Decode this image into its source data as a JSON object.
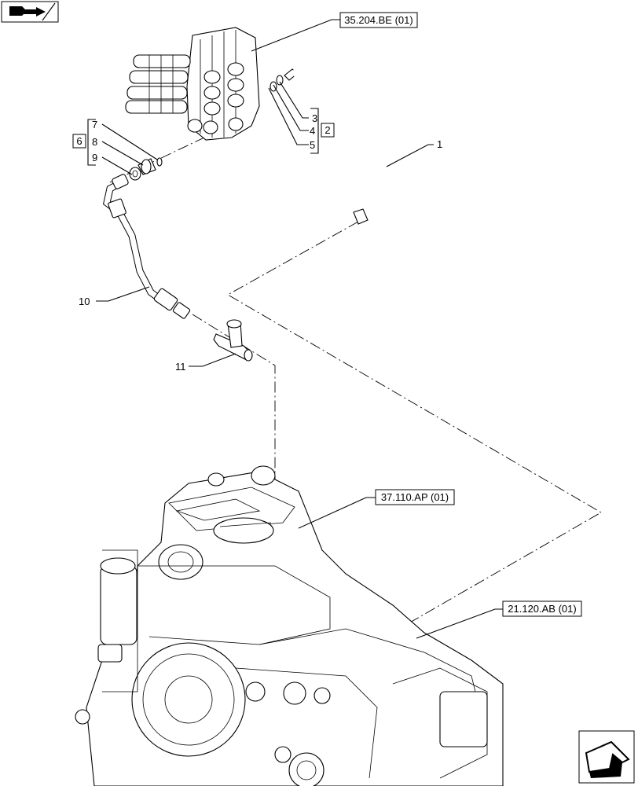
{
  "references": {
    "ref_top": "35.204.BE (01)",
    "ref_mid": "37.110.AP (01)",
    "ref_low": "21.120.AB (01)"
  },
  "callouts": {
    "c1": "1",
    "c2": "2",
    "c3": "3",
    "c4": "4",
    "c5": "5",
    "c6": "6",
    "c7": "7",
    "c8": "8",
    "c9": "9",
    "c10": "10",
    "c11": "11"
  },
  "icons": {
    "top_left": "book-arrow-icon",
    "bottom_right": "next-page-arrow-icon"
  }
}
